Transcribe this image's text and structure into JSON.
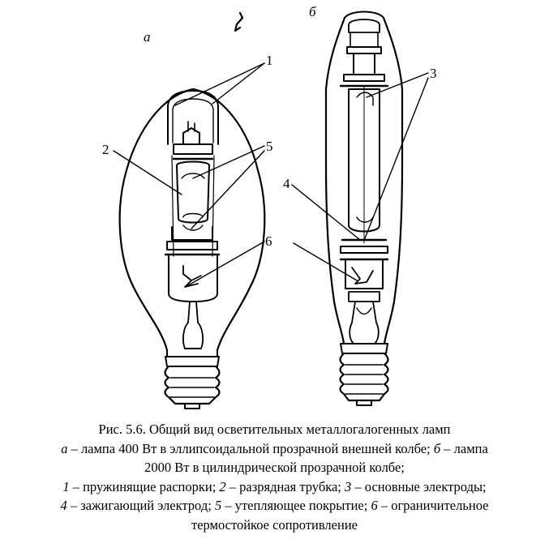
{
  "figure": {
    "panel_a": "а",
    "panel_b": "б",
    "callouts": [
      "1",
      "2",
      "3",
      "4",
      "5",
      "6"
    ]
  },
  "caption": {
    "title": "Рис. 5.6. Общий вид осветительных металлогалогенных ламп",
    "line2_a": "а",
    "line2_text": " – лампа 400 Вт в эллипсоидальной прозрачной внешней колбе; ",
    "line2_b": "б",
    "line2_tail": " – лампа",
    "line3": "2000 Вт в цилиндрической прозрачной колбе;",
    "n1": "1",
    "t1": " – пружинящие распорки; ",
    "n2": "2",
    "t2": " – разрядная трубка; ",
    "n3": "3",
    "t3": " – основные электроды;",
    "n4": "4",
    "t4": " – зажигающий электрод; ",
    "n5": "5",
    "t5": " – утепляющее покрытие; ",
    "n6": "6",
    "t6": " – ограничительное",
    "line6": "термостойкое сопротивление"
  }
}
